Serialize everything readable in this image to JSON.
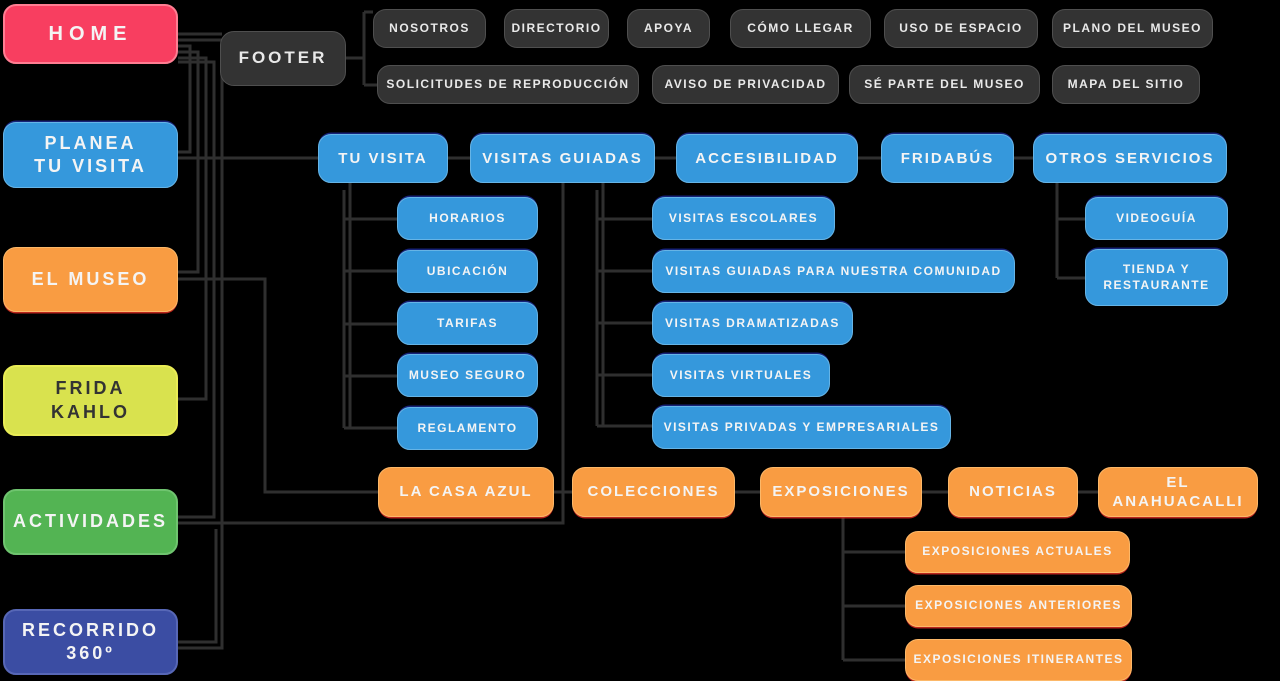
{
  "palette": {
    "background": "#000000",
    "pink": "#f83e60",
    "blue": "#3598dc",
    "orange": "#f99c42",
    "yellow_green": "#d9e24e",
    "green": "#53b453",
    "navy": "#3b4da3",
    "dark_gray": "#333333",
    "connector": "#2f2f2f"
  },
  "home": {
    "label": "HOME"
  },
  "footer": {
    "label": "FOOTER",
    "row1": [
      {
        "label": "NOSOTROS"
      },
      {
        "label": "DIRECTORIO"
      },
      {
        "label": "APOYA"
      },
      {
        "label": "CÓMO LLEGAR"
      },
      {
        "label": "USO DE ESPACIO"
      },
      {
        "label": "PLANO DEL MUSEO"
      }
    ],
    "row2": [
      {
        "label": "SOLICITUDES DE REPRODUCCIÓN"
      },
      {
        "label": "AVISO DE PRIVACIDAD"
      },
      {
        "label": "SÉ PARTE DEL MUSEO"
      },
      {
        "label": "MAPA DEL SITIO"
      }
    ]
  },
  "main_nav": {
    "planea": {
      "label": "PLANEA\nTU VISITA"
    },
    "museo": {
      "label": "EL MUSEO"
    },
    "frida": {
      "label": "FRIDA\nKAHLO"
    },
    "actividades": {
      "label": "ACTIVIDADES"
    },
    "recorrido": {
      "label": "RECORRIDO\n360º"
    }
  },
  "visit_row": [
    {
      "label": "TU VISITA"
    },
    {
      "label": "VISITAS GUIADAS"
    },
    {
      "label": "ACCESIBILIDAD"
    },
    {
      "label": "FRIDABÚS"
    },
    {
      "label": "OTROS SERVICIOS"
    }
  ],
  "tu_visita_children": [
    {
      "label": "HORARIOS"
    },
    {
      "label": "UBICACIÓN"
    },
    {
      "label": "TARIFAS"
    },
    {
      "label": "MUSEO SEGURO"
    },
    {
      "label": "REGLAMENTO"
    }
  ],
  "visitas_guiadas_children": [
    {
      "label": "VISITAS ESCOLARES"
    },
    {
      "label": "VISITAS GUIADAS PARA NUESTRA COMUNIDAD"
    },
    {
      "label": "VISITAS DRAMATIZADAS"
    },
    {
      "label": "VISITAS VIRTUALES"
    },
    {
      "label": "VISITAS PRIVADAS Y EMPRESARIALES"
    }
  ],
  "otros_servicios_children": [
    {
      "label": "VIDEOGUÍA"
    },
    {
      "label": "TIENDA Y\nRESTAURANTE"
    }
  ],
  "museum_row": [
    {
      "label": "LA CASA AZUL"
    },
    {
      "label": "COLECCIONES"
    },
    {
      "label": "EXPOSICIONES"
    },
    {
      "label": "NOTICIAS"
    },
    {
      "label": "EL ANAHUACALLI"
    }
  ],
  "exposiciones_children": [
    {
      "label": "EXPOSICIONES ACTUALES"
    },
    {
      "label": "EXPOSICIONES ANTERIORES"
    },
    {
      "label": "EXPOSICIONES ITINERANTES"
    }
  ]
}
